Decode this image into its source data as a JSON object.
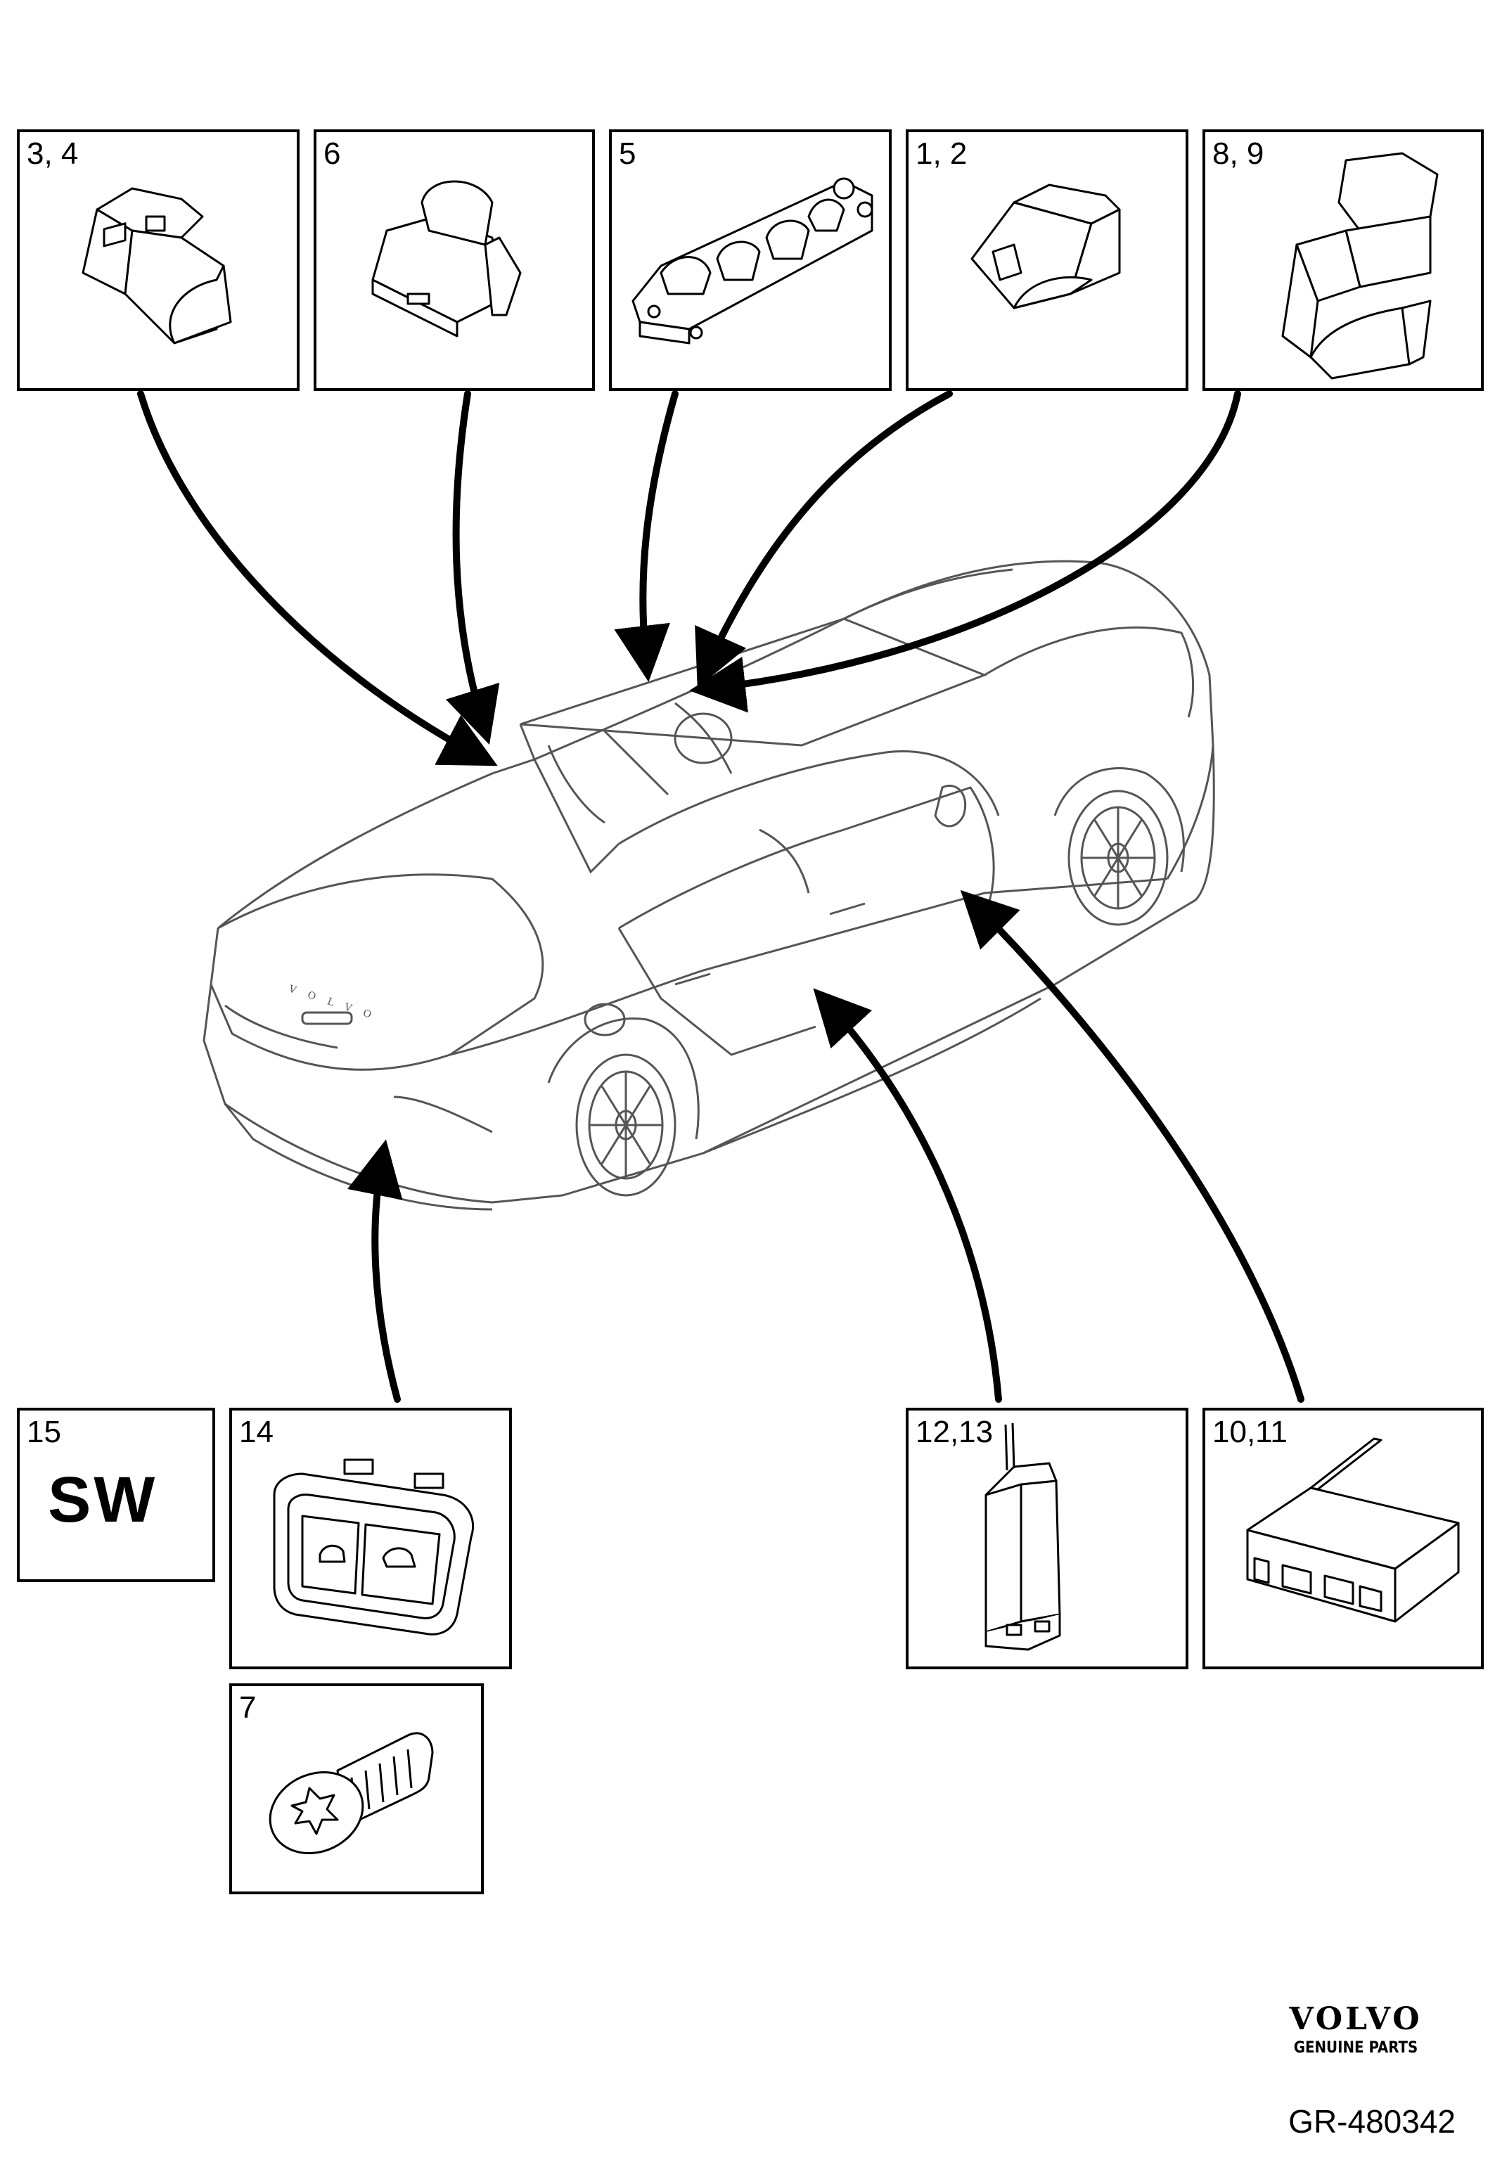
{
  "callouts": {
    "box_3_4": "3, 4",
    "box_6": "6",
    "box_5": "5",
    "box_1_2": "1, 2",
    "box_8_9": "8, 9",
    "box_15": "15",
    "box_14": "14",
    "box_12_13": "12,13",
    "box_10_11": "10,11",
    "box_7": "7"
  },
  "sw_label": "SW",
  "car_badge": "VOLVO",
  "brand": {
    "name": "VOLVO",
    "subtitle": "GENUINE PARTS"
  },
  "reference": "GR-480342"
}
